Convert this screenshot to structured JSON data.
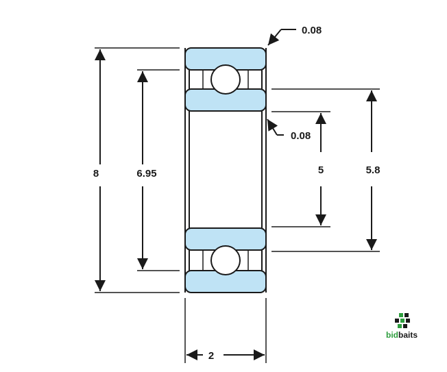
{
  "dimensions": {
    "outer_diameter": "8",
    "shield_diameter": "6.95",
    "inner_race_diameter": "5.8",
    "bore_diameter": "5",
    "width": "2",
    "outer_chamfer": "0.08",
    "inner_chamfer": "0.08"
  },
  "logo": {
    "name_part1": "bid",
    "name_part2": "baits",
    "icon": "bidbaits-logo-icon"
  },
  "colors": {
    "race_fill": "#bfe3f5",
    "line": "#1a1a1a",
    "ball_fill": "#ffffff",
    "logo_green": "#2e9e3e",
    "logo_dark": "#1a1a1a"
  }
}
